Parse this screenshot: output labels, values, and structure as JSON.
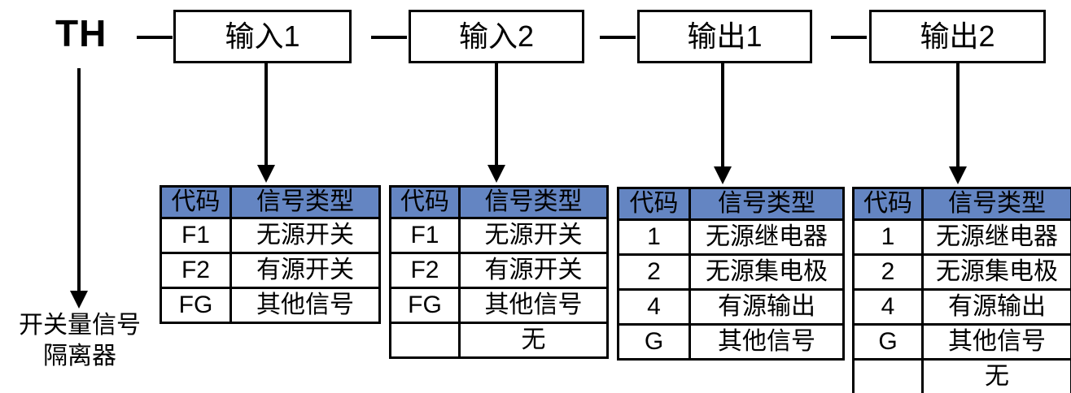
{
  "diagram": {
    "prefix": "TH",
    "separators": [
      "—",
      "—",
      "—",
      "—"
    ],
    "segments": [
      {
        "label": "输入1"
      },
      {
        "label": "输入2"
      },
      {
        "label": "输出1"
      },
      {
        "label": "输出2"
      }
    ],
    "prefix_note_lines": [
      "开关量信号",
      "隔离器"
    ],
    "colors": {
      "header_blue": "#6485c2",
      "line_black": "#000000",
      "cell_white": "#ffffff"
    }
  },
  "tables": [
    {
      "name": "input1-table",
      "headers": [
        "代码",
        "信号类型"
      ],
      "rows": [
        {
          "code": "F1",
          "type": "无源开关"
        },
        {
          "code": "F2",
          "type": "有源开关"
        },
        {
          "code": "FG",
          "type": "其他信号"
        }
      ]
    },
    {
      "name": "input2-table",
      "headers": [
        "代码",
        "信号类型"
      ],
      "rows": [
        {
          "code": "F1",
          "type": "无源开关"
        },
        {
          "code": "F2",
          "type": "有源开关"
        },
        {
          "code": "FG",
          "type": "其他信号"
        },
        {
          "code": "",
          "type": "无"
        }
      ]
    },
    {
      "name": "output1-table",
      "headers": [
        "代码",
        "信号类型"
      ],
      "rows": [
        {
          "code": "1",
          "type": "无源继电器"
        },
        {
          "code": "2",
          "type": "无源集电极"
        },
        {
          "code": "4",
          "type": "有源输出"
        },
        {
          "code": "G",
          "type": "其他信号"
        }
      ]
    },
    {
      "name": "output2-table",
      "headers": [
        "代码",
        "信号类型"
      ],
      "rows": [
        {
          "code": "1",
          "type": "无源继电器"
        },
        {
          "code": "2",
          "type": "无源集电极"
        },
        {
          "code": "4",
          "type": "有源输出"
        },
        {
          "code": "G",
          "type": "其他信号"
        },
        {
          "code": "",
          "type": "无"
        }
      ]
    }
  ]
}
